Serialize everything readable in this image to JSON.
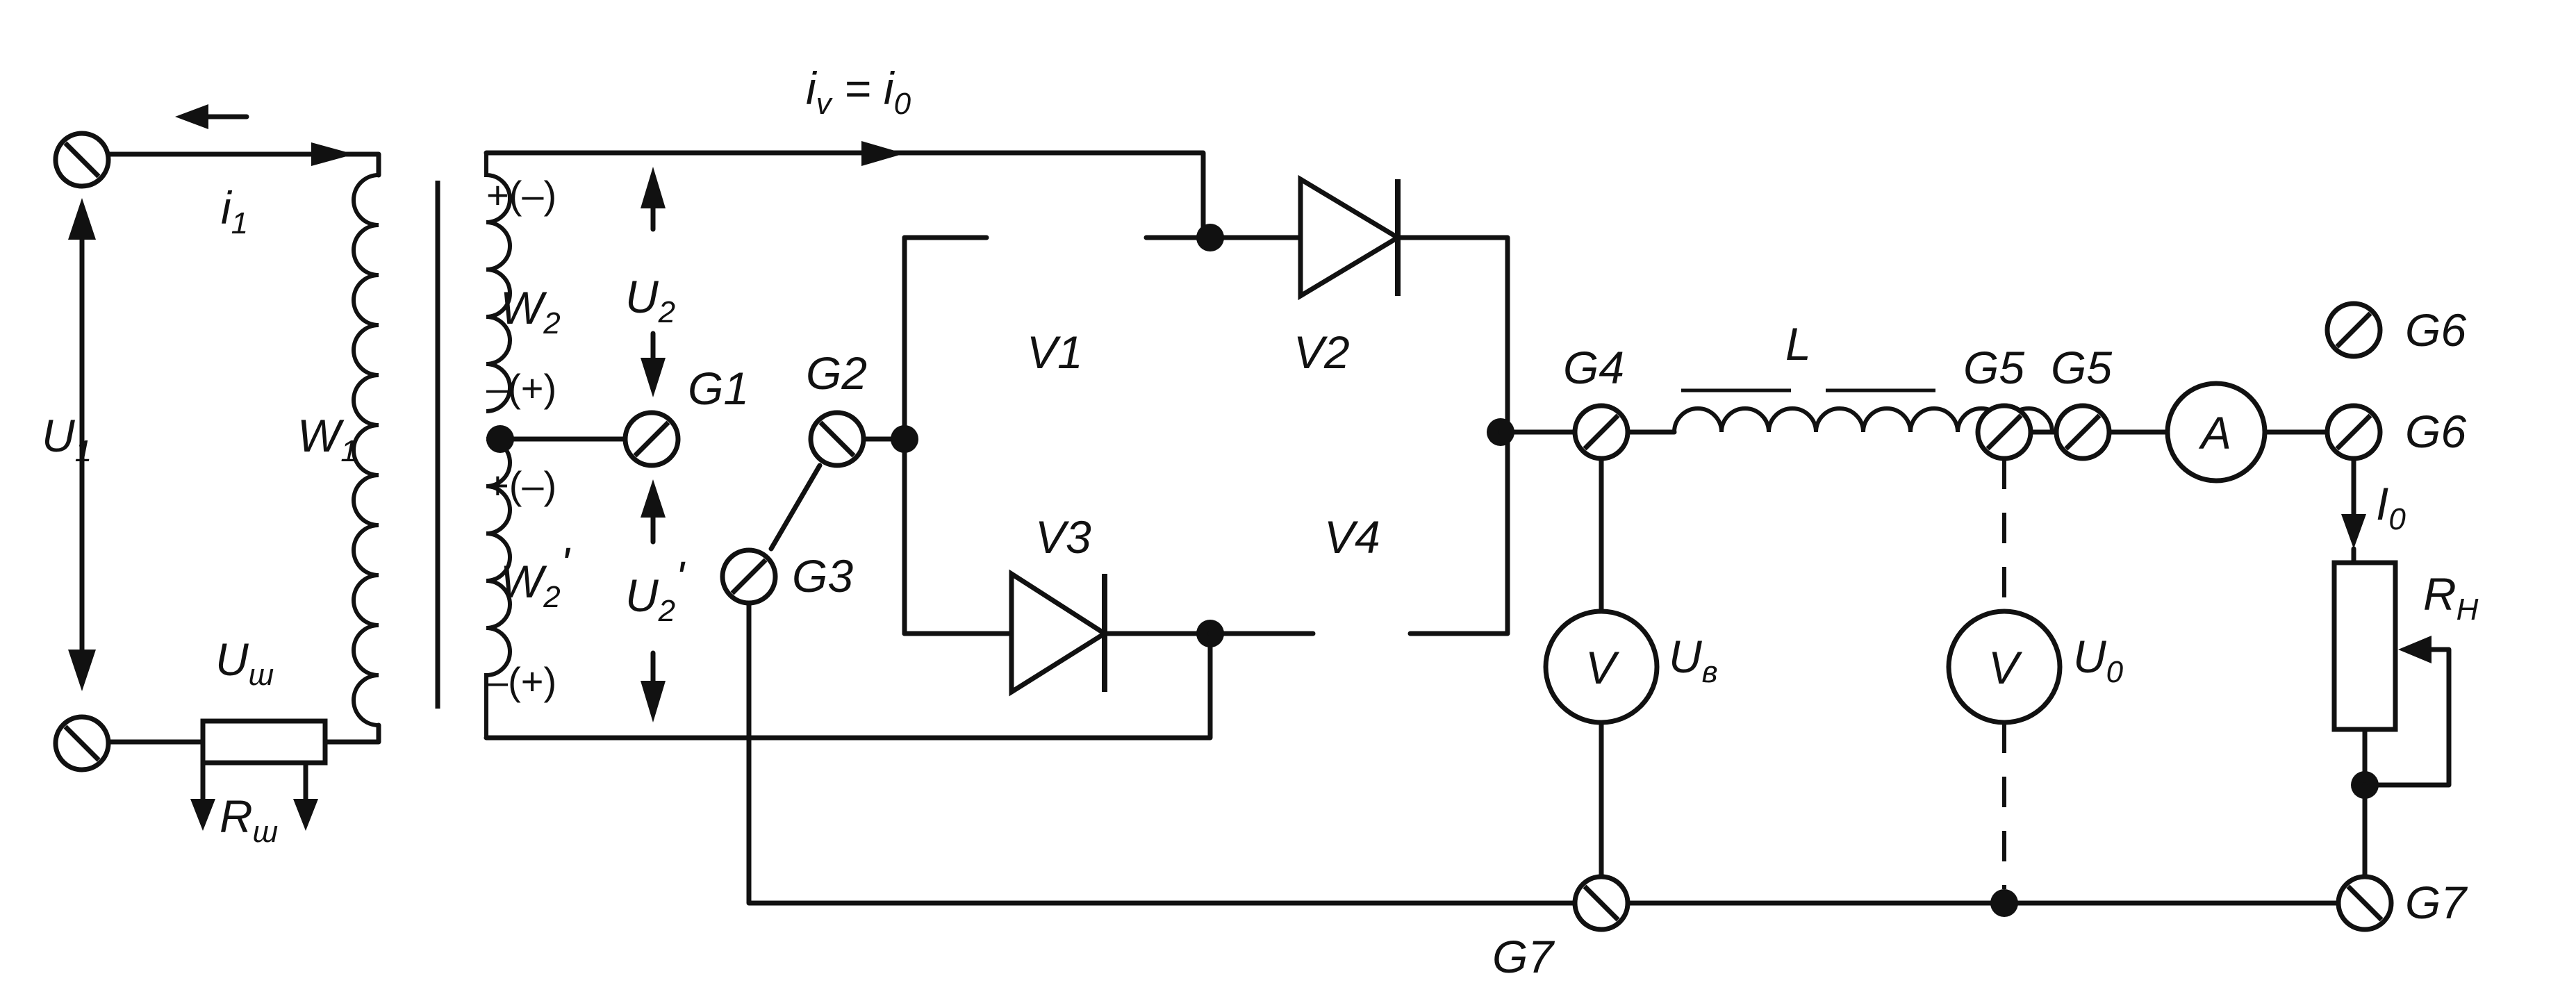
{
  "labels": {
    "i1": "i",
    "i1_sub": "1",
    "iv": "i",
    "iv_sub": "v",
    "iv_eq": " = ",
    "i0": "i",
    "i0_sub": "0",
    "U1": "U",
    "U1_sub": "1",
    "W1": "W",
    "W1_sub": "1",
    "W2": "W",
    "W2_sub": "2",
    "W2p": "W",
    "W2p_sub": "2",
    "W2p_prime": "'",
    "U2": "U",
    "U2_sub": "2",
    "U2p": "U",
    "U2p_sub": "2",
    "U2p_prime": "'",
    "Ush": "U",
    "Ush_sub": "ш",
    "Rsh": "R",
    "Rsh_sub": "ш",
    "sign1": "+(–)",
    "sign2": "–(+)",
    "sign3": "+(–)",
    "sign4": "–(+)",
    "G1": "G1",
    "G2": "G2",
    "G3": "G3",
    "G4": "G4",
    "G5a": "G5",
    "G5b": "G5",
    "G6a": "G6",
    "G6b": "G6",
    "G7a": "G7",
    "G7b": "G7",
    "V1": "V1",
    "V2": "V2",
    "V3": "V3",
    "V4": "V4",
    "L": "L",
    "A": "A",
    "Vmeter1": "V",
    "Vmeter2": "V",
    "Uv": "U",
    "Uv_sub": "в",
    "U0": "U",
    "U0_sub": "0",
    "I0": "I",
    "I0_sub": "0",
    "RH": "R",
    "RH_sub": "H"
  }
}
